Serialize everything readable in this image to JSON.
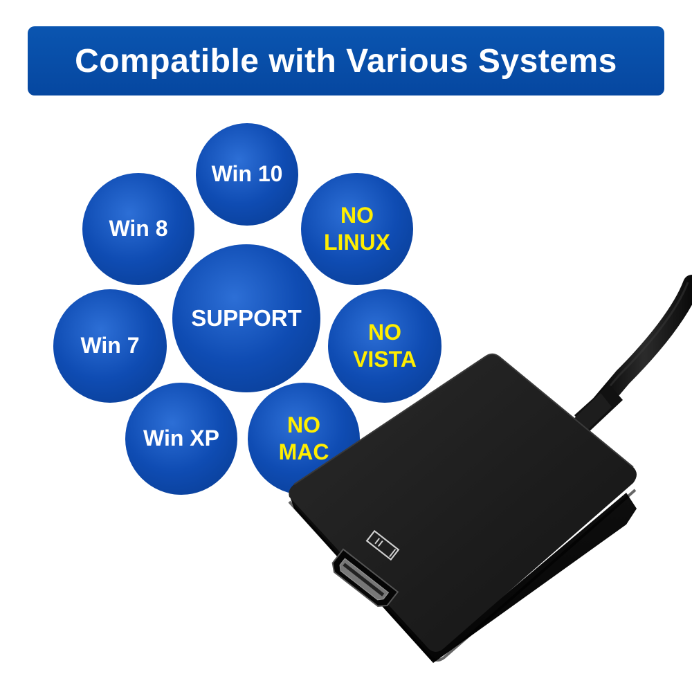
{
  "banner": {
    "title": "Compatible with Various Systems"
  },
  "circles": {
    "win10": "Win 10",
    "win8": "Win 8",
    "no_linux": "NO\nLINUX",
    "support": "SUPPORT",
    "win7": "Win 7",
    "no_vista": "NO\nVISTA",
    "win_xp": "Win XP",
    "no_mac": "NO\nMAC"
  },
  "colors": {
    "banner_blue": "#0a55b0",
    "circle_blue": "#0f4cb3",
    "label_white": "#ffffff",
    "label_yellow": "#ffee00",
    "adapter_black": "#1a1a1a"
  },
  "product": {
    "icon": "hdmi-port-icon"
  }
}
